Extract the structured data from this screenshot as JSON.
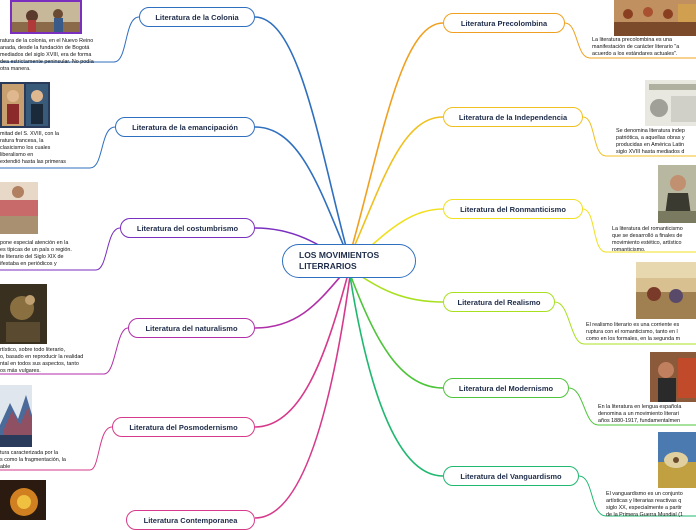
{
  "central": {
    "line1": "LOS MOVIMIENTOS",
    "line2": "LITERRARIOS"
  },
  "left_topics": [
    {
      "label": "Literatura de la Colonia",
      "color": "#2f6fbf",
      "desc": [
        "ratura de la colonia, en el Nuevo Reino",
        "anada, desde la fundación de Bogotá",
        "mediados del siglo XVIII, era de forma",
        "dea estrictamente peninsular. No podía",
        " otra manera."
      ]
    },
    {
      "label": "Literatura de la emancipación",
      "color": "#2f6fbf",
      "desc": [
        "mitad del S. XVIII, con la",
        "ratura francesa, la",
        "clasicismo los cuales",
        "liberalismo en",
        "extendió hasta las primeras"
      ]
    },
    {
      "label": "Literatura del costumbrismo",
      "color": "#7a2fbf",
      "desc": [
        " pone especial atención en la",
        "es típicas de un país o región.",
        "te literario del Siglo XIX de",
        "ifestaba en periódicos y"
      ]
    },
    {
      "label": "Literatura del naturalismo",
      "color": "#b02fa8",
      "desc": [
        "rtístico, sobre todo literario,",
        "o, basado en reproducir la realidad",
        "ntal en todos sus aspectos, tanto",
        "os más vulgares."
      ]
    },
    {
      "label": "Literatura del Posmodernismo",
      "color": "#d63a8a",
      "desc": [
        "tura caracterizada por la",
        "s como la fragmentación, la",
        "able"
      ]
    },
    {
      "label": "Literatura Contemporanea",
      "color": "#d63a8a",
      "desc": []
    }
  ],
  "right_topics": [
    {
      "label": "Literatura Precolombina",
      "color": "#f0a020",
      "desc": [
        "La literatura precolombina es una",
        "manifestación de carácter literario \"a",
        "acuerdo a los estándares actuales\"."
      ]
    },
    {
      "label": "Literatura de la Independencia",
      "color": "#f0c020",
      "desc": [
        "Se denomina literatura indep",
        "patriótica, a aquellas obras y",
        "producidas en América Latin",
        "siglo XVIII hasta mediados d"
      ]
    },
    {
      "label": "Literatura del Ronmanticismo",
      "color": "#f0e020",
      "desc": [
        "La literatura del romanticismo",
        "que se desarrolló a finales de",
        "movimiento estético, artístico",
        "romanticismo."
      ]
    },
    {
      "label": "Literatura del Realismo",
      "color": "#a8e020",
      "desc": [
        "El realismo literario es una corriente es",
        "ruptura con el romanticismo, tanto en l",
        "como en los formales, en la segunda m"
      ]
    },
    {
      "label": "Literatura del Modernismo",
      "color": "#4ec43a",
      "desc": [
        "En la literatura en lengua española",
        "denomina a un movimiento literari",
        "años 1880-1917, fundamentalmen"
      ]
    },
    {
      "label": "Literatura del Vanguardismo",
      "color": "#20b870",
      "desc": [
        "El vanguardismo es un conjunto",
        "artísticas y literarias reactivas q",
        "siglo XX, especialmente a partir",
        "de la Primera Guerra Mundial (1"
      ]
    }
  ]
}
